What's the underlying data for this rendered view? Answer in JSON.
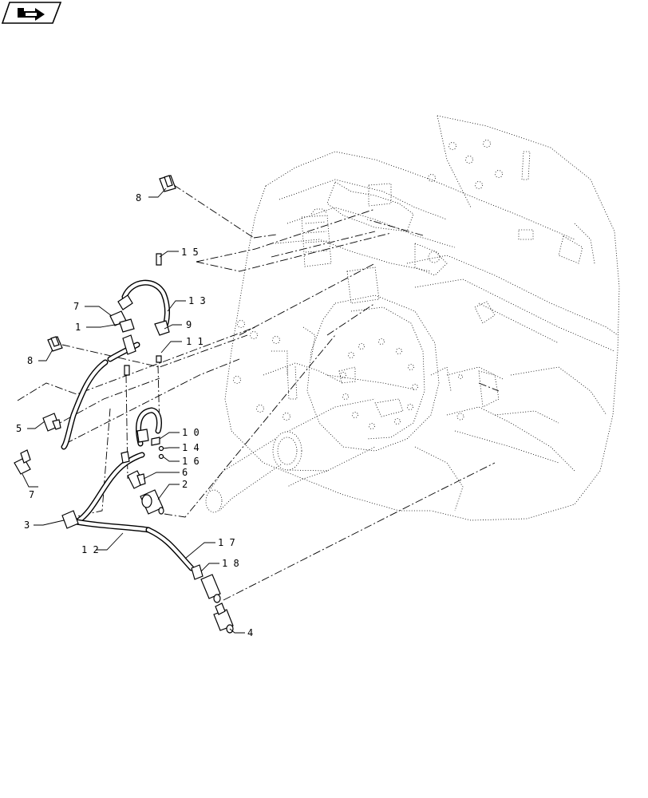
{
  "diagram": {
    "nav_icon": "next-page-arrow-icon",
    "callouts": [
      {
        "id": "c1",
        "text": "1"
      },
      {
        "id": "c2",
        "text": "2"
      },
      {
        "id": "c3",
        "text": "3"
      },
      {
        "id": "c4",
        "text": "4"
      },
      {
        "id": "c5",
        "text": "5"
      },
      {
        "id": "c6",
        "text": "6"
      },
      {
        "id": "c7a",
        "text": "7"
      },
      {
        "id": "c7b",
        "text": "7"
      },
      {
        "id": "c8a",
        "text": "8"
      },
      {
        "id": "c8b",
        "text": "8"
      },
      {
        "id": "c9",
        "text": "9"
      },
      {
        "id": "c10",
        "text": "1 0"
      },
      {
        "id": "c11",
        "text": "1 1"
      },
      {
        "id": "c12",
        "text": "1 2"
      },
      {
        "id": "c13",
        "text": "1 3"
      },
      {
        "id": "c14",
        "text": "1 4"
      },
      {
        "id": "c15",
        "text": "1 5"
      },
      {
        "id": "c16",
        "text": "1 6"
      },
      {
        "id": "c17",
        "text": "1 7"
      },
      {
        "id": "c18",
        "text": "1 8"
      }
    ]
  }
}
